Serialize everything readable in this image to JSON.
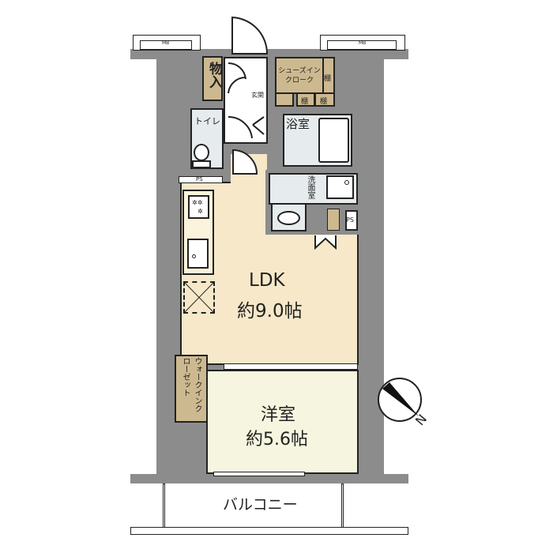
{
  "plan": {
    "meter_box_left": "MB",
    "meter_box_right": "MB",
    "storage": "物入",
    "entrance": "玄関",
    "shoe_cloak": "シューズインクローク",
    "shelf_1": "棚",
    "shelf_2": "棚",
    "shelf_3": "棚",
    "toilet": "トイレ",
    "ps_toilet": "PS",
    "bath": "浴室",
    "washroom": "洗面室",
    "ps_wash": "PS",
    "ldk": {
      "name": "LDK",
      "size": "約9.0帖"
    },
    "wic": "ウォークインクローゼット",
    "western_room": {
      "name": "洋室",
      "size": "約5.6帖"
    },
    "balcony": "バルコニー",
    "compass": "N"
  },
  "colors": {
    "wall": "#8c8c8c",
    "storage": "#cdb98f",
    "wet_area": "#e6ebee",
    "ldk": "#f6e8c8",
    "western_room": "#f6f5df"
  }
}
